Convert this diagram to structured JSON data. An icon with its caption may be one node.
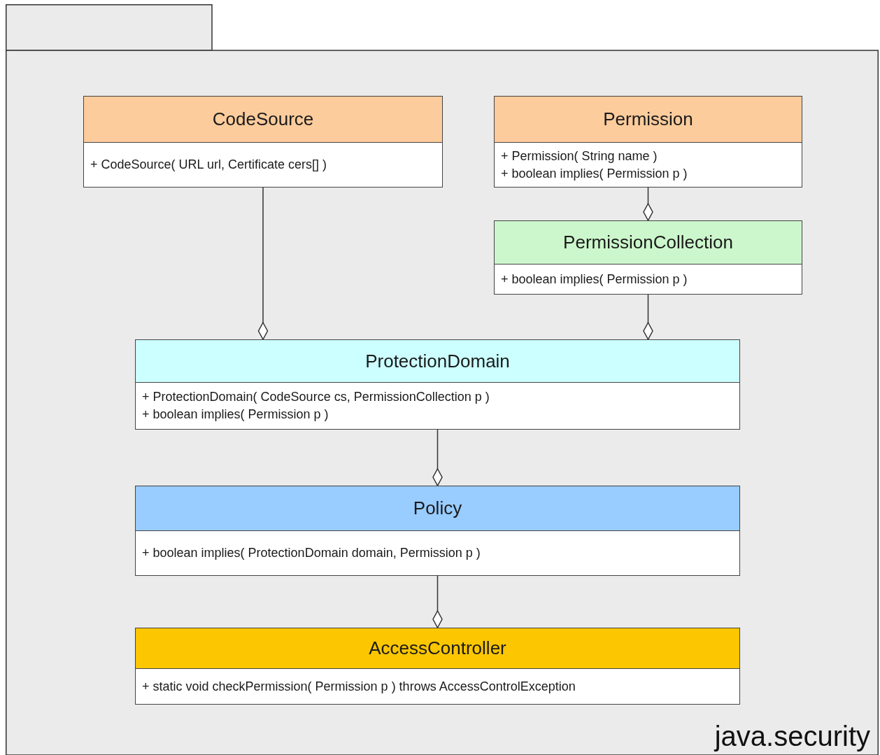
{
  "diagram": {
    "nodes": [
      {
        "text": [
          "java.security"
        ]
      },
      {
        "text": [
          "CodeSource",
          "+ CodeSource( URL url, Certificate cers[] )"
        ],
        "in": 0
      },
      {
        "text": [
          "Permission",
          "+ Permission( String name )",
          "+ boolean implies( Permission p )"
        ],
        "in": 0
      },
      {
        "text": [
          "PermissionCollection",
          "+ boolean implies( Permission p )"
        ],
        "in": 0
      },
      {
        "text": [
          "ProtectionDomain",
          "+ ProtectionDomain( CodeSource cs, PermissionCollection p )",
          "+ boolean implies( Permission p )"
        ],
        "in": 0
      },
      {
        "text": [
          "Policy",
          "+ boolean implies( ProtectionDomain domain, Permission p )"
        ],
        "in": 0
      },
      {
        "text": [
          "AccessController",
          "+ static void checkPermission( Permission p ) throws AccessControlException"
        ],
        "in": 0
      }
    ],
    "edges": [
      {
        "from": 1,
        "to": 4,
        "arrow": "other"
      },
      {
        "from": 2,
        "to": 3,
        "arrow": "other"
      },
      {
        "from": 3,
        "to": 4,
        "arrow": "other"
      },
      {
        "from": 4,
        "to": 5,
        "arrow": "other"
      },
      {
        "from": 5,
        "to": 6,
        "arrow": "other"
      }
    ]
  }
}
